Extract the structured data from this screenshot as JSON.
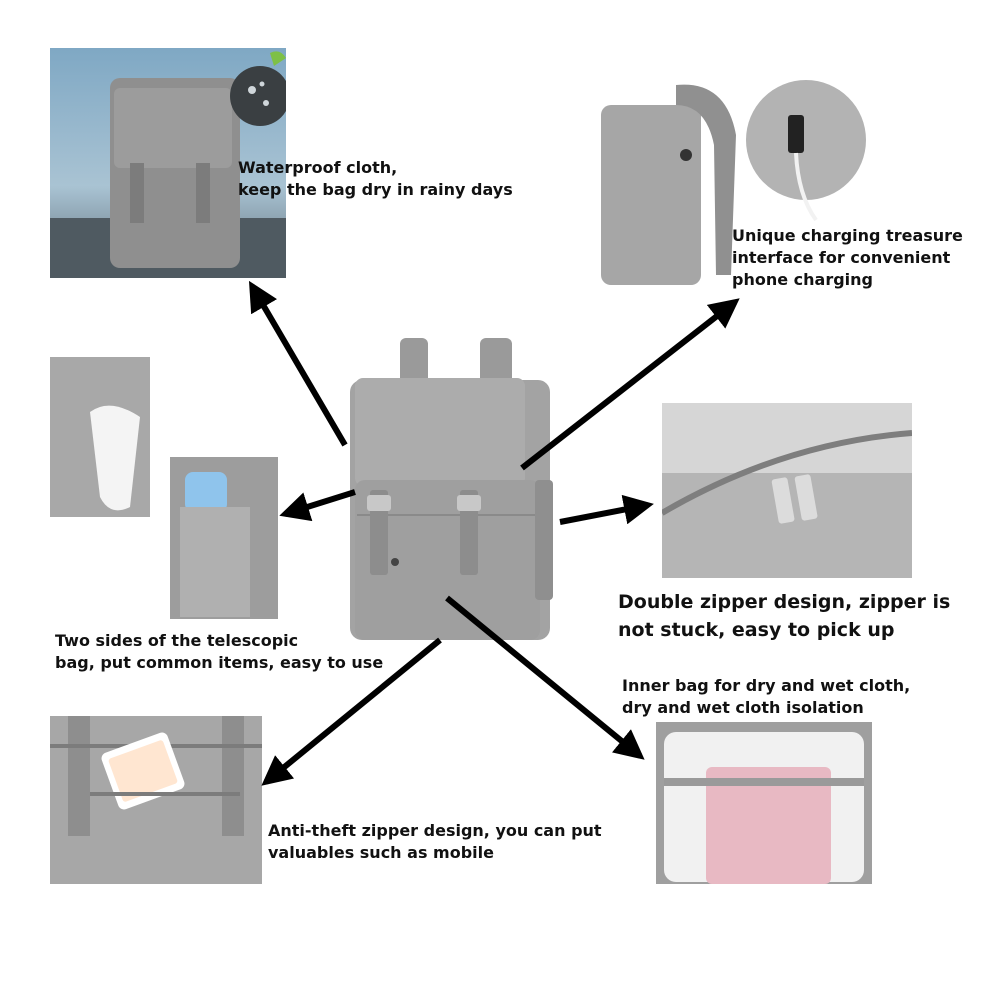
{
  "features": {
    "waterproof": {
      "lines": [
        "Waterproof cloth,",
        "keep the bag dry in rainy days"
      ]
    },
    "charging": {
      "lines": [
        "Unique charging treasure",
        "interface for convenient",
        "phone charging"
      ]
    },
    "side_pockets": {
      "lines": [
        "Two sides of the telescopic",
        "bag, put common items, easy to use"
      ]
    },
    "double_zipper": {
      "lines": [
        "Double zipper design, zipper is",
        "not stuck, easy to pick up"
      ]
    },
    "inner_bag": {
      "lines": [
        "Inner bag for dry and wet cloth,",
        "dry and wet cloth isolation"
      ]
    },
    "anti_theft": {
      "lines": [
        "Anti-theft zipper design, you can put",
        "valuables such as mobile"
      ]
    }
  },
  "colors": {
    "bag_gray": "#a3a3a3",
    "bag_dark": "#8c8c8c",
    "arrow": "#000000",
    "rain_sky": "#7fa8c4",
    "pink_cloth": "#e8b9c3"
  }
}
